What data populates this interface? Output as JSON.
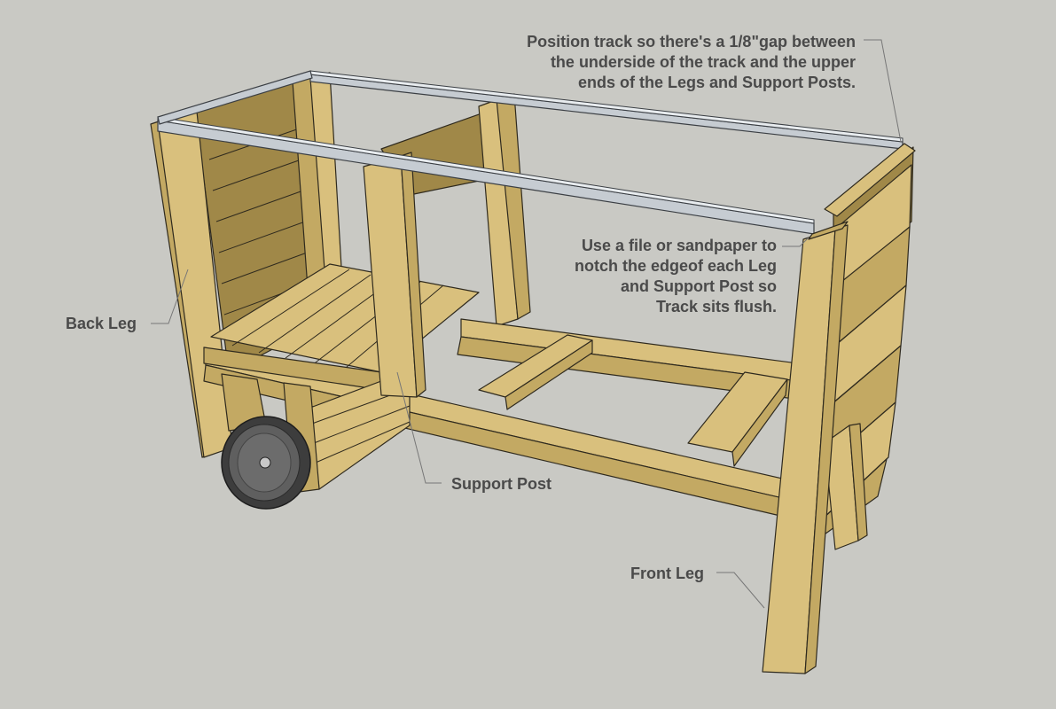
{
  "callouts": {
    "track_gap": {
      "lines": [
        "Position track so there's a 1/8\"gap between",
        "the underside of the track and the upper",
        "ends of the Legs and Support Posts."
      ]
    },
    "notch": {
      "lines": [
        "Use a file or sandpaper to",
        "notch the edgeof each Leg",
        "and Support Post so",
        "Track sits flush."
      ]
    },
    "back_leg": {
      "text": "Back Leg"
    },
    "support_post": {
      "text": "Support Post"
    },
    "front_leg": {
      "text": "Front Leg"
    }
  },
  "colors": {
    "background": "#c9c9c4",
    "wood_light": "#d9c07d",
    "wood_mid": "#c3a963",
    "wood_dark": "#a08848",
    "track_metal": "#c6ccd2",
    "wheel": "#5f5f5f",
    "label_text": "#4a4a4a"
  }
}
